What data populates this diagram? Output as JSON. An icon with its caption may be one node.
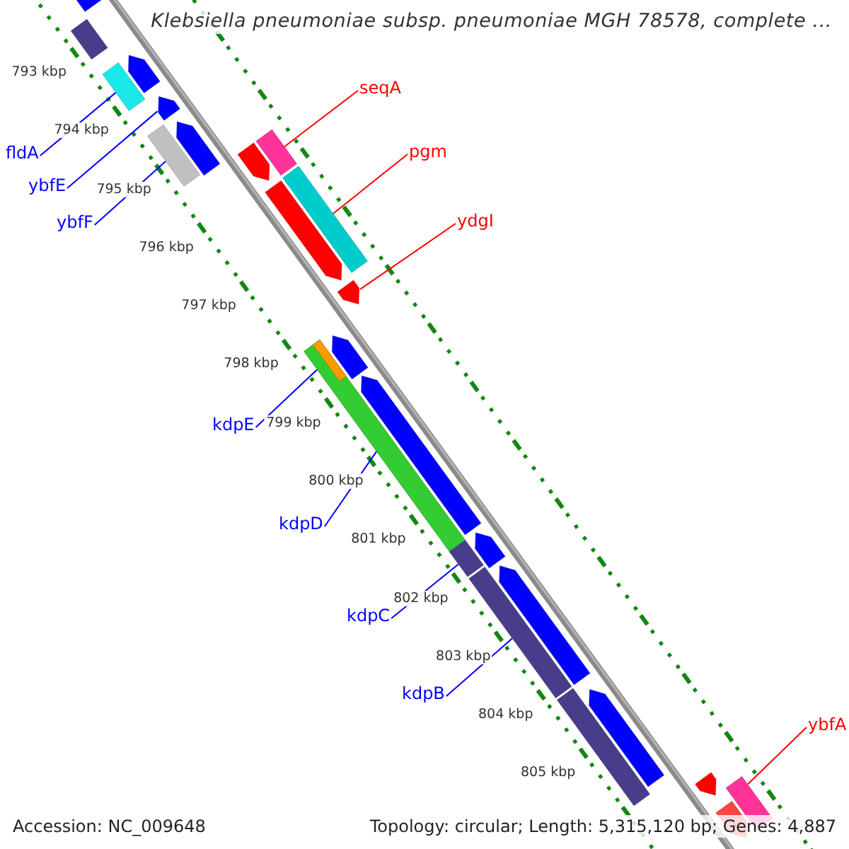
{
  "diagram": {
    "title": "Klebsiella pneumoniae subsp. pneumoniae MGH 78578, complete ...",
    "nodes": [
      {
        "text": [
          "fldA"
        ]
      },
      {
        "text": [
          "ybfE"
        ]
      },
      {
        "text": [
          "ybfF"
        ]
      },
      {
        "text": [
          "seqA"
        ]
      },
      {
        "text": [
          "pgm"
        ]
      },
      {
        "text": [
          "ydgI"
        ]
      },
      {
        "text": [
          "kdpE"
        ]
      },
      {
        "text": [
          "kdpD"
        ]
      },
      {
        "text": [
          "kdpC"
        ]
      },
      {
        "text": [
          "kdpB"
        ]
      },
      {
        "text": [
          "ybfA"
        ]
      },
      {
        "text": [],
        "shape": "bar"
      },
      {
        "text": [],
        "shape": "arrow"
      },
      {
        "text": [],
        "shape": "bar"
      },
      {
        "text": [],
        "shape": "bar"
      },
      {
        "text": [],
        "shape": "bar"
      },
      {
        "text": [],
        "shape": "arrow"
      },
      {
        "text": [],
        "shape": "bar",
        "in": 18
      },
      {
        "text": [],
        "shape": "bar"
      },
      {
        "text": [],
        "shape": "bar"
      },
      {
        "text": [],
        "shape": "bar"
      },
      {
        "text": [],
        "shape": "bar"
      },
      {
        "text": [],
        "shape": "arrow"
      },
      {
        "text": [],
        "shape": "bar"
      },
      {
        "text": [],
        "shape": "arrow"
      },
      {
        "text": [],
        "shape": "arrow"
      },
      {
        "text": [],
        "shape": "arrow"
      },
      {
        "text": [],
        "shape": "arrow"
      },
      {
        "text": [],
        "shape": "arrow"
      },
      {
        "text": [],
        "shape": "arrow"
      },
      {
        "text": [],
        "shape": "arrow"
      },
      {
        "text": [],
        "shape": "arrow"
      },
      {
        "text": [],
        "shape": "arrow"
      },
      {
        "text": [],
        "shape": "bar"
      },
      {
        "text": [],
        "shape": "arrow"
      },
      {
        "text": [],
        "shape": "arrow"
      }
    ],
    "edges": [
      {
        "from": 0,
        "to": 11,
        "arrow": "none"
      },
      {
        "from": 1,
        "to": 12,
        "arrow": "none"
      },
      {
        "from": 2,
        "to": 13,
        "arrow": "none"
      },
      {
        "from": 3,
        "to": 14,
        "arrow": "none",
        "color": "#ff0000"
      },
      {
        "from": 4,
        "to": 15,
        "arrow": "none",
        "color": "#ff0000"
      },
      {
        "from": 5,
        "to": 16,
        "arrow": "none",
        "color": "#ff0000"
      },
      {
        "from": 6,
        "to": 17,
        "arrow": "none"
      },
      {
        "from": 7,
        "to": 18,
        "arrow": "none"
      },
      {
        "from": 8,
        "to": 19,
        "arrow": "none"
      },
      {
        "from": 9,
        "to": 20,
        "arrow": "none"
      },
      {
        "from": 10,
        "to": 21,
        "arrow": "none",
        "color": "#ff0000"
      }
    ],
    "labels": [
      "793 kbp",
      "794 kbp",
      "795 kbp",
      "796 kbp",
      "797 kbp",
      "798 kbp",
      "799 kbp",
      "800 kbp",
      "801 kbp",
      "802 kbp",
      "803 kbp",
      "804 kbp",
      "805 kbp",
      "Accession: NC_009648",
      "Topology: circular; Length: 5,315,120 bp; Genes: 4,887"
    ]
  }
}
